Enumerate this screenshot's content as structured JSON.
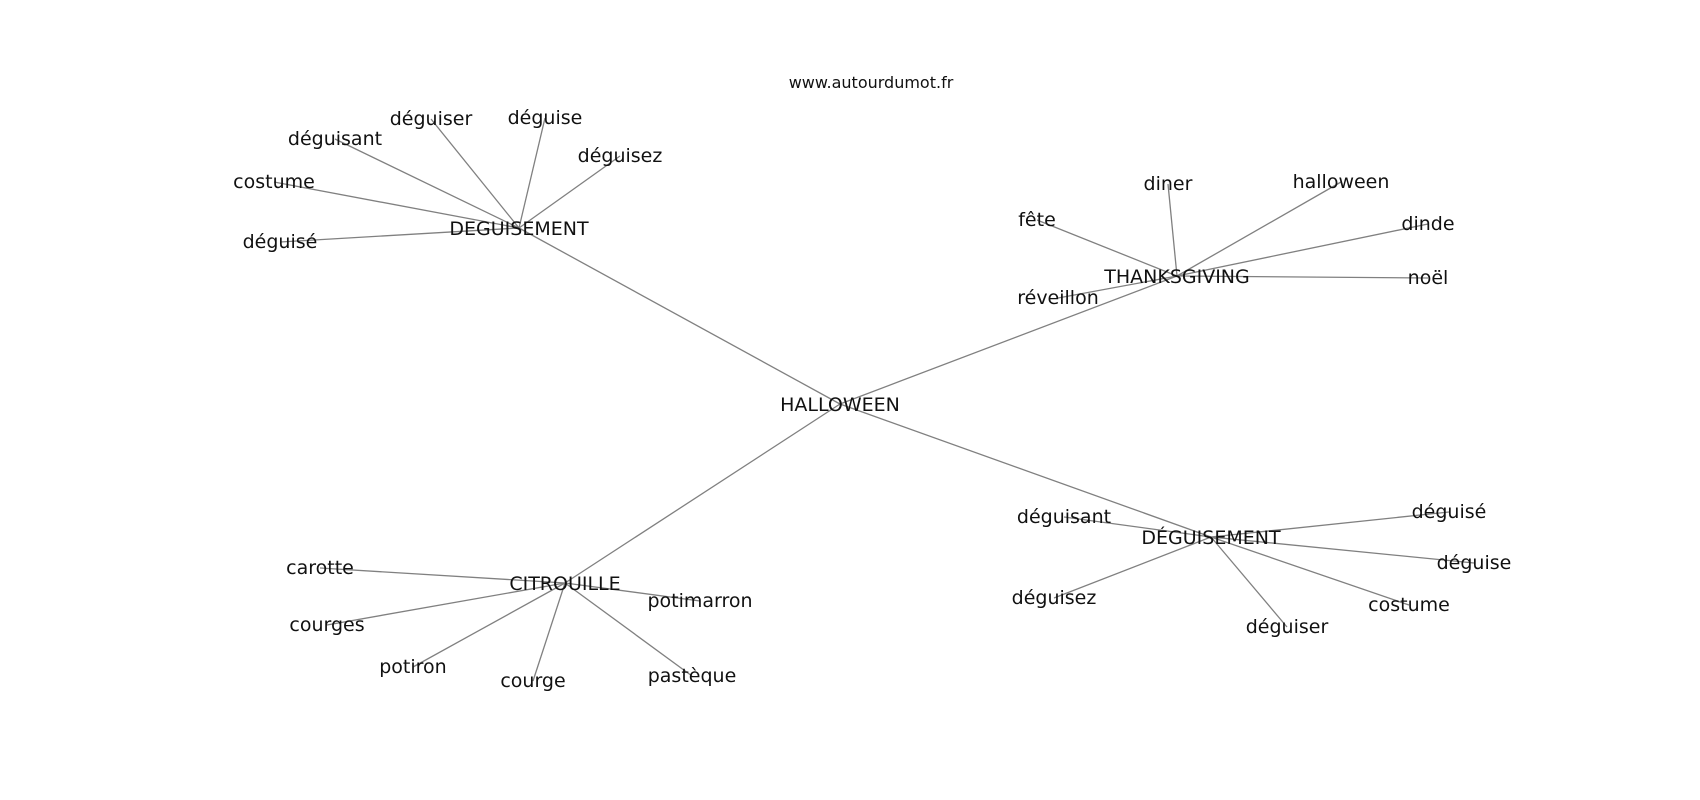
{
  "source": "www.autourdumot.fr",
  "edge_color": "#808080",
  "text_color": "#111111",
  "center": {
    "label": "HALLOWEEN"
  },
  "clusters": [
    {
      "id": "deguisement-top",
      "label": "DEGUISEMENT",
      "words": [
        "déguisant",
        "déguiser",
        "déguise",
        "déguisez",
        "costume",
        "déguisé"
      ]
    },
    {
      "id": "thanksgiving",
      "label": "THANKSGIVING",
      "words": [
        "diner",
        "halloween",
        "fête",
        "dinde",
        "réveillon",
        "noël"
      ]
    },
    {
      "id": "citrouille",
      "label": "CITROUILLE",
      "words": [
        "carotte",
        "courges",
        "potiron",
        "courge",
        "potimarron",
        "pastèque"
      ]
    },
    {
      "id": "deguisement-bottom",
      "label": "DÉGUISEMENT",
      "words": [
        "déguisant",
        "déguisé",
        "déguise",
        "déguisez",
        "costume",
        "déguiser"
      ]
    }
  ]
}
